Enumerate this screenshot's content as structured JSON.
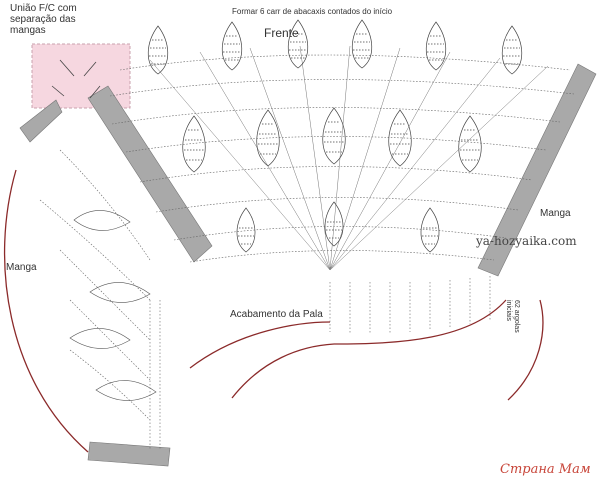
{
  "labels": {
    "union_note": "União F/C com separação das mangas",
    "top_note": "Formar 6 carr de abacaxis contados do início",
    "front": "Frente",
    "sleeve_left": "Manga",
    "sleeve_right": "Manga",
    "yoke_finish": "Acabamento da Pala",
    "stitch_count": "62 argolas iniciais",
    "watermark": "ya-hozyaika.com",
    "site_logo": "Страна Мам"
  },
  "colors": {
    "ink": "#444444",
    "shade_band": "#a9a9a9",
    "highlight_box": "#f6d7e0",
    "guide_arc": "#8b2a2a",
    "logo": "#c8463a"
  },
  "structure": {
    "pineapple_rows": [
      {
        "name": "top",
        "count": 6
      },
      {
        "name": "middle",
        "count": 5
      },
      {
        "name": "bottom",
        "count": 3
      }
    ]
  }
}
